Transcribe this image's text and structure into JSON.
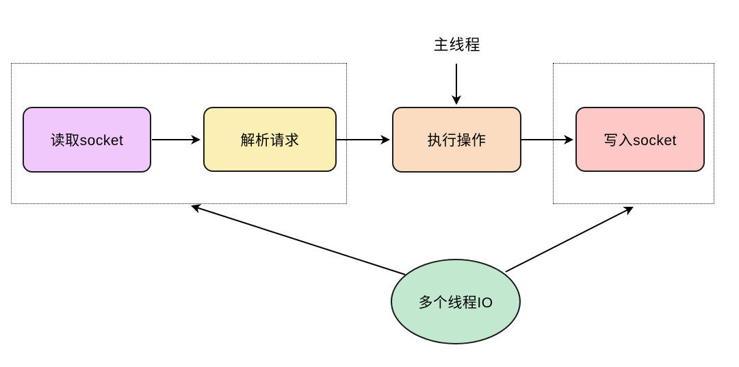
{
  "diagram": {
    "main_thread_label": "主线程",
    "nodes": {
      "read_socket": {
        "label": "读取socket",
        "fill": "#F1C8FB"
      },
      "parse_request": {
        "label": "解析请求",
        "fill": "#FCEFB4"
      },
      "execute_op": {
        "label": "执行操作",
        "fill": "#FCDCC0"
      },
      "write_socket": {
        "label": "写入socket",
        "fill": "#FEC8C6"
      },
      "multi_thread_io": {
        "label": "多个线程IO",
        "fill": "#C3E8D0"
      }
    },
    "colors": {
      "stroke": "#1B1B1B",
      "connector": "#000000",
      "group_border": "#111111",
      "background": "#FFFFFF"
    }
  }
}
